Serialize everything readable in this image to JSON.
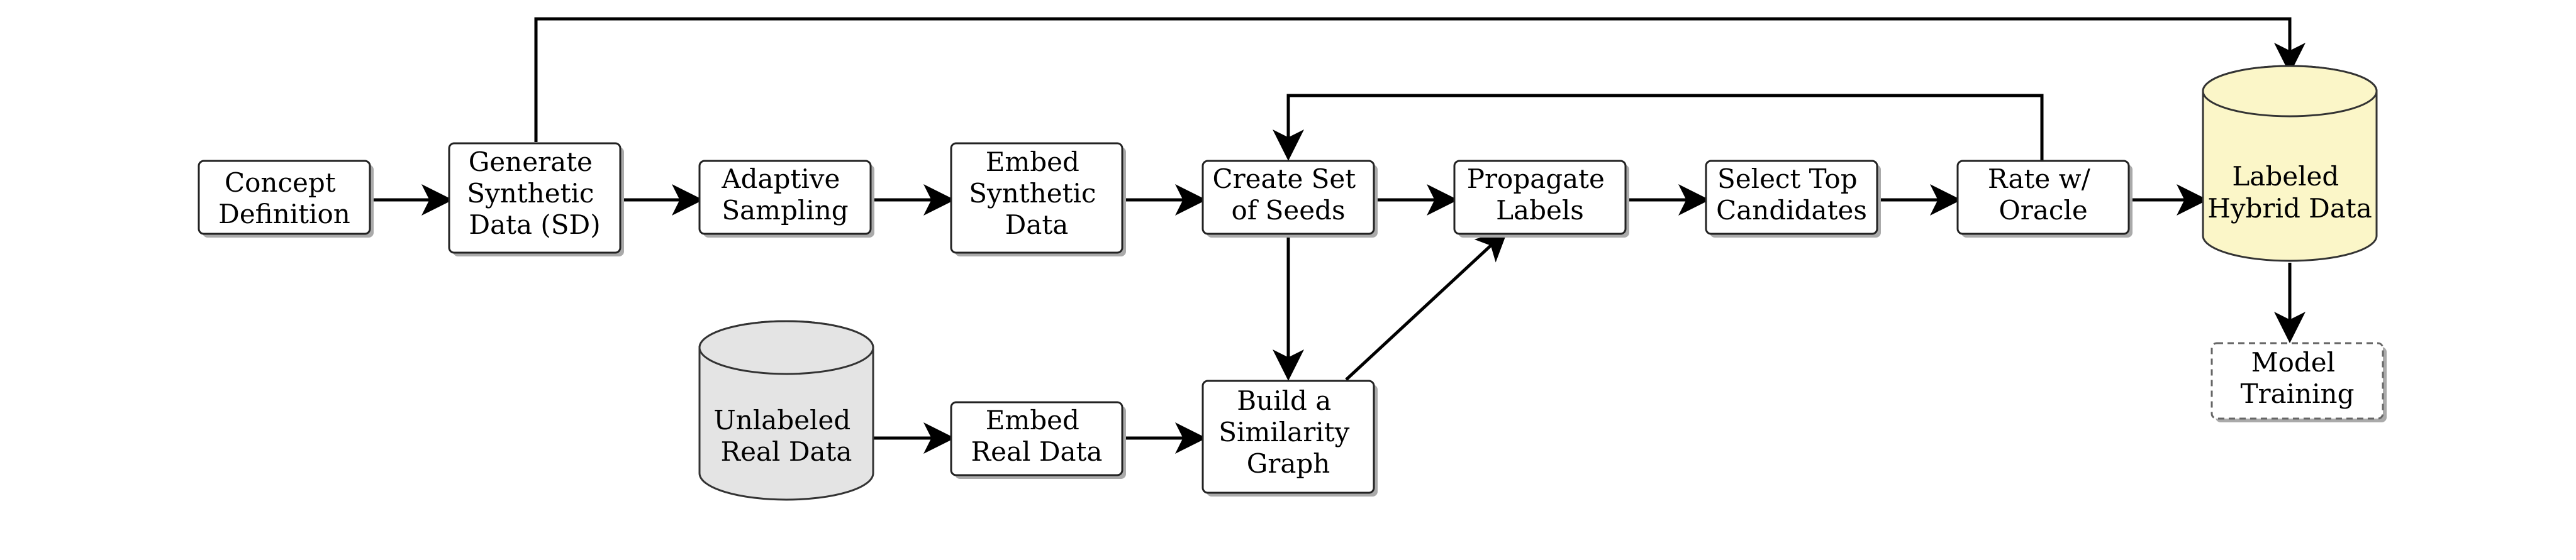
{
  "nodes": {
    "concept": {
      "lines": [
        "Concept",
        "Definition"
      ]
    },
    "generate": {
      "lines": [
        "Generate",
        "Synthetic",
        "Data (SD)"
      ]
    },
    "adaptive": {
      "lines": [
        "Adaptive",
        "Sampling"
      ]
    },
    "embed_synth": {
      "lines": [
        "Embed",
        "Synthetic",
        "Data"
      ]
    },
    "seeds": {
      "lines": [
        "Create Set",
        "of Seeds"
      ]
    },
    "propagate": {
      "lines": [
        "Propagate",
        "Labels"
      ]
    },
    "select": {
      "lines": [
        "Select Top",
        "Candidates"
      ]
    },
    "rate": {
      "lines": [
        "Rate w/",
        "Oracle"
      ]
    },
    "labeled": {
      "lines": [
        "Labeled",
        "Hybrid Data"
      ],
      "fill": "#fbf6c8"
    },
    "training": {
      "lines": [
        "Model",
        "Training"
      ]
    },
    "unlabeled": {
      "lines": [
        "Unlabeled",
        "Real Data"
      ],
      "fill": "#e4e4e4"
    },
    "embed_real": {
      "lines": [
        "Embed",
        "Real Data"
      ]
    },
    "graph": {
      "lines": [
        "Build a",
        "Similarity",
        "Graph"
      ]
    }
  },
  "colors": {
    "labeled_cylinder": "#fbf6c8",
    "unlabeled_cylinder": "#e4e4e4",
    "stroke": "#222222"
  }
}
